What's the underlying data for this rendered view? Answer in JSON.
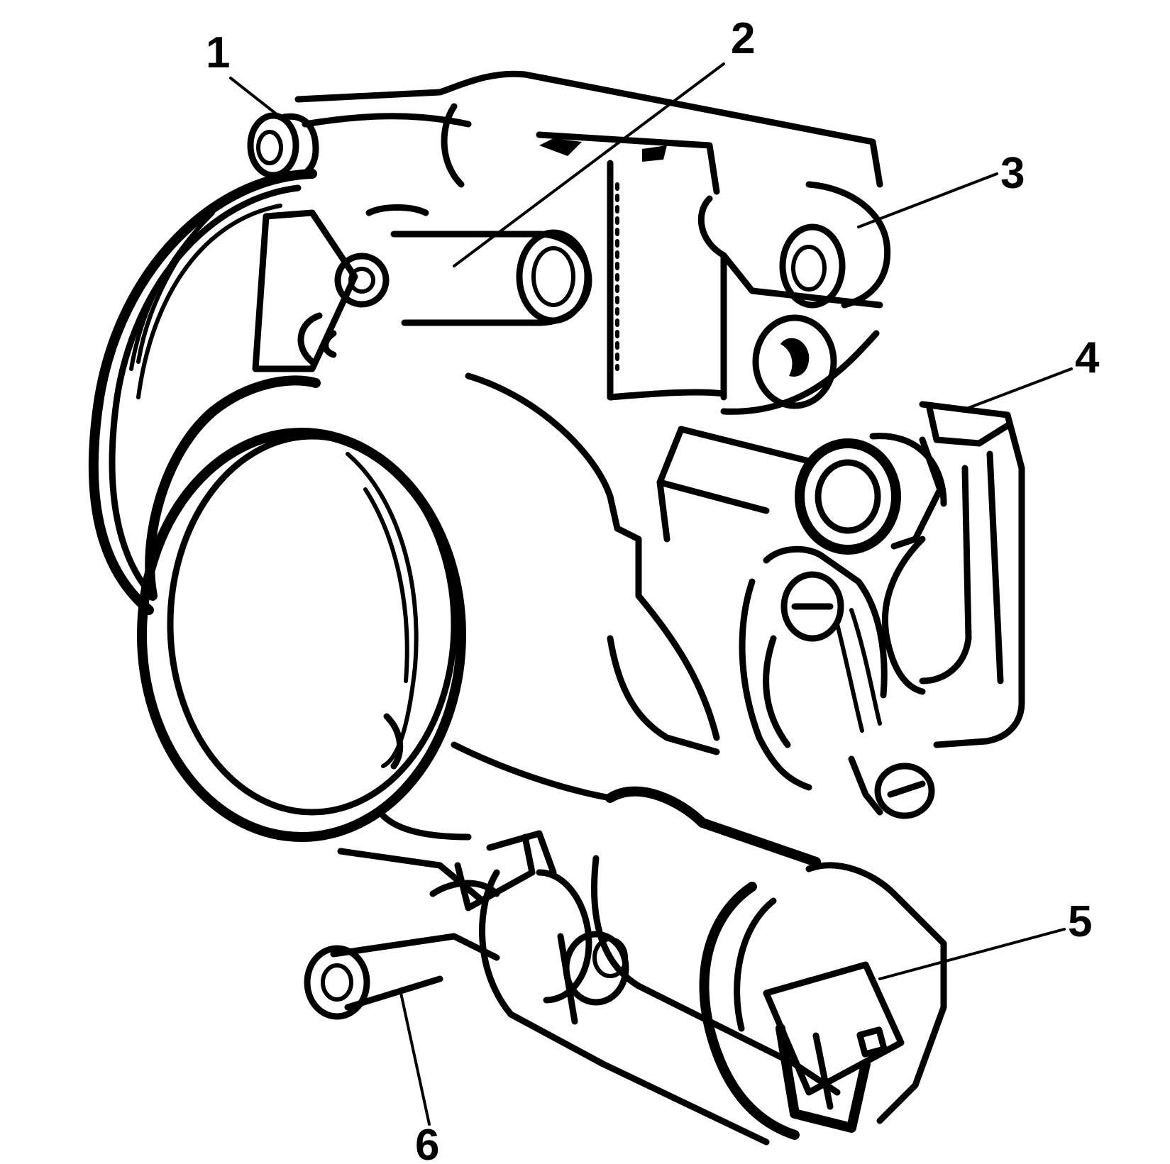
{
  "figure": {
    "description_name": "throttle-body",
    "ink_color": "#000000",
    "background_color": "#ffffff"
  },
  "callouts": [
    {
      "id": "1",
      "label": "1"
    },
    {
      "id": "2",
      "label": "2"
    },
    {
      "id": "3",
      "label": "3"
    },
    {
      "id": "4",
      "label": "4"
    },
    {
      "id": "5",
      "label": "5"
    },
    {
      "id": "6",
      "label": "6"
    }
  ]
}
